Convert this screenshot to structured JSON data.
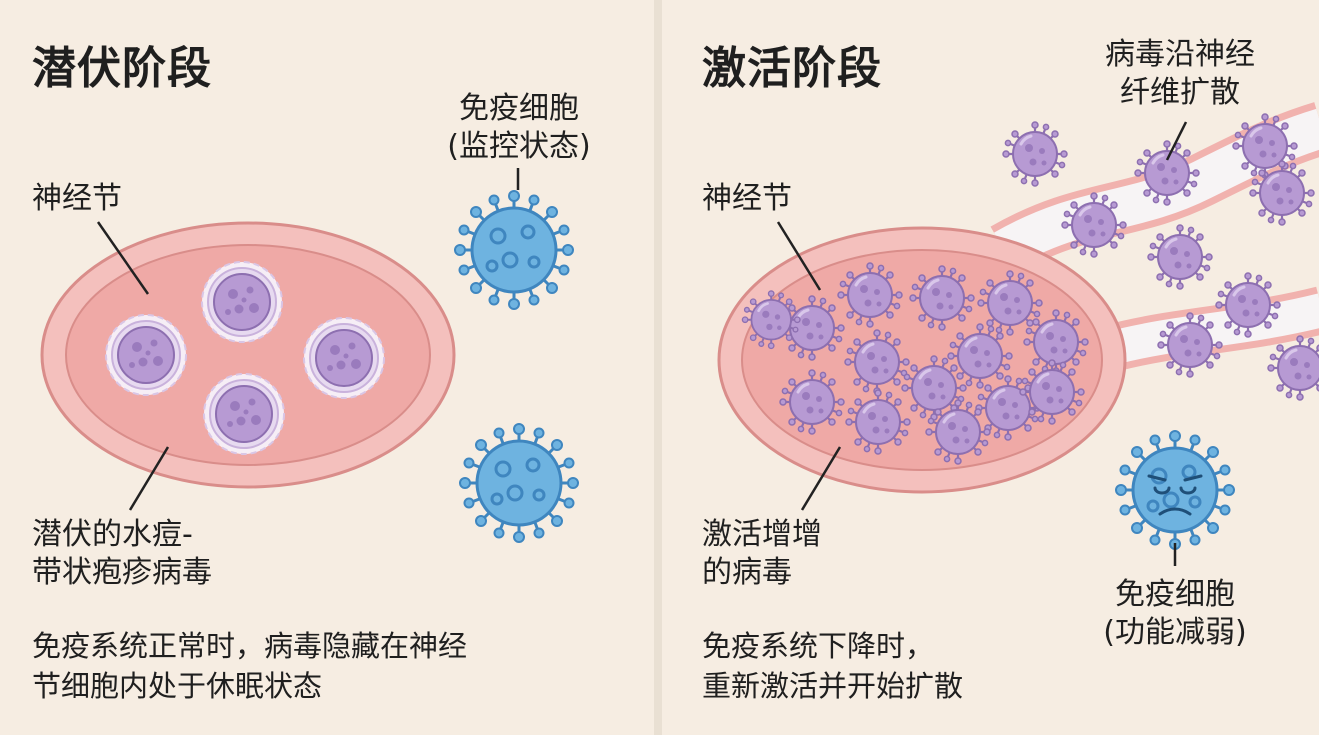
{
  "left": {
    "title": "潜伏阶段",
    "ganglion_label": "神经节",
    "immune_label_line1": "免疫细胞",
    "immune_label_line2": "(监控状态)",
    "virus_label_line1": "潜伏的水痘-",
    "virus_label_line2": "带状疱疹病毒",
    "caption_line1": "免疫系统正常时，病毒隐藏在神经",
    "caption_line2": "节细胞内处于休眠状态"
  },
  "right": {
    "title": "激活阶段",
    "ganglion_label": "神经节",
    "spread_label_line1": "病毒沿神经",
    "spread_label_line2": "纤维扩散",
    "virus_label_line1": "激活增增",
    "virus_label_line2": "的病毒",
    "immune_label_line1": "免疫细胞",
    "immune_label_line2": "(功能减弱)",
    "caption_line1": "免疫系统下降时，",
    "caption_line2": "重新激活并开始扩散"
  },
  "colors": {
    "background": "#f6ede2",
    "ganglion_outer": "#f2b7b4",
    "ganglion_inner": "#efa9a6",
    "virus": "#b79ad3",
    "immune_cell": "#6eb3e0"
  },
  "icons": [
    "latent-virus-icon",
    "active-virus-icon",
    "immune-cell-icon",
    "sad-immune-cell-icon"
  ]
}
